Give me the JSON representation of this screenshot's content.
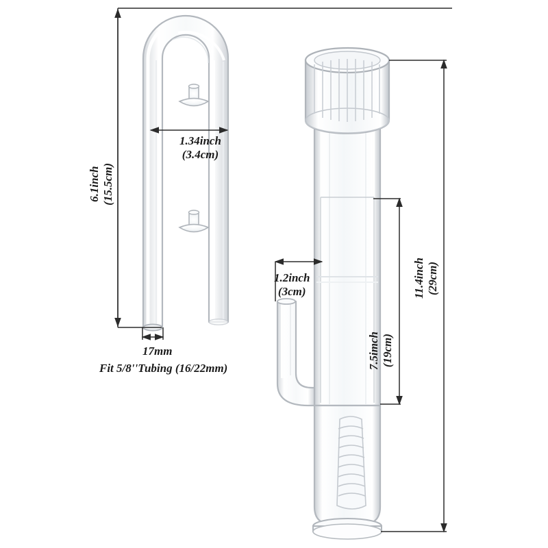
{
  "product": {
    "name": "aquarium-glass-lily-pipe-inflow-outflow-set",
    "description": "Technical dimension drawing of a glass aquarium inflow pipe (left, U-shaped with two suction cups) and outflow/skimmer pipe (right, with ribbed cap and slotted intake)"
  },
  "dimensions": {
    "height_left": {
      "line1": "6.1inch",
      "line2": "(15.5cm)"
    },
    "width_u_bend": {
      "line1": "1.34inch",
      "line2": "(3.4cm)"
    },
    "tube_diameter": {
      "line1": "17mm",
      "note": "Fit 5/8''Tubing (16/22mm)"
    },
    "width_right_tube": {
      "line1": "1.2inch",
      "line2": "(3cm)"
    },
    "height_body": {
      "line1": "7.5imch",
      "line2": "(19cm)"
    },
    "height_total": {
      "line1": "11.4inch",
      "line2": "(29cm)"
    }
  },
  "colors": {
    "glass_outline": "#b9bdc2",
    "glass_fill": "#fbfcfd",
    "highlight": "#ffffff",
    "dimension_line": "#2b2b2b",
    "text": "#1a1a1a",
    "background": "#ffffff"
  },
  "icons": {
    "suction_cup_top": "suction-cup-icon",
    "suction_cup_bottom": "suction-cup-icon",
    "ribbed_cap": "ribbed-cap-icon",
    "slotted_intake": "slotted-intake-icon"
  }
}
